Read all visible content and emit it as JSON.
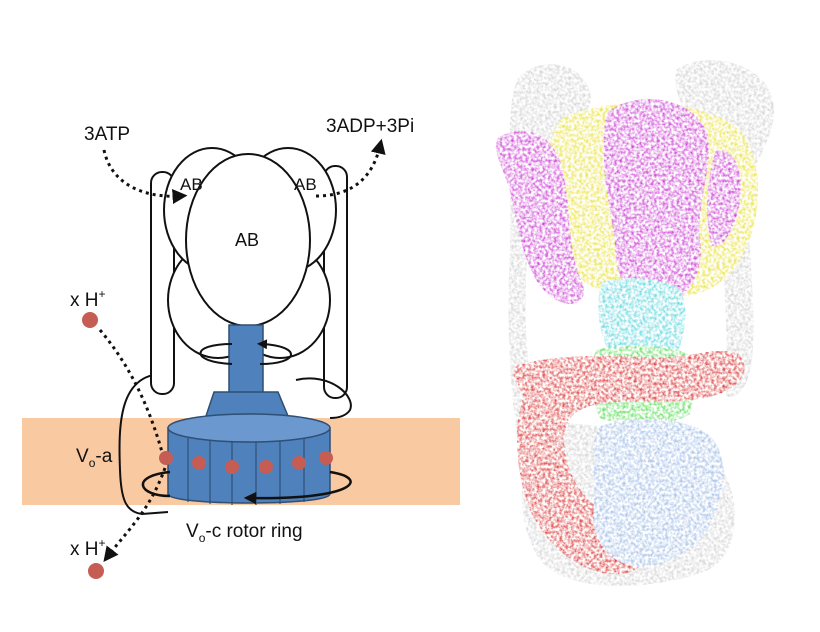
{
  "diagram": {
    "labels": {
      "atp": "3ATP",
      "adp": "3ADP+3Pi",
      "ab_left": "AB",
      "ab_center": "AB",
      "ab_right": "AB",
      "proton": "x H",
      "proton_sup": "+",
      "vo_a_main": "V",
      "vo_a_sub": "o",
      "vo_a_suffix": "-a",
      "rotor_main": "V",
      "rotor_sub": "o",
      "rotor_suffix": "-c rotor ring"
    },
    "colors": {
      "membrane": "#f9c9a1",
      "rotor": "#4f81bd",
      "rotor_stroke": "#2f4f74",
      "proton": "#c65d55",
      "outline": "#111111",
      "density_grey": "#c9c9c9",
      "density_yellow": "#e6dc1c",
      "density_magenta": "#c21bcc",
      "density_cyan": "#3ecfd8",
      "density_green": "#3bd636",
      "density_red": "#d61a1a",
      "density_blue": "#8eb0e2"
    }
  }
}
